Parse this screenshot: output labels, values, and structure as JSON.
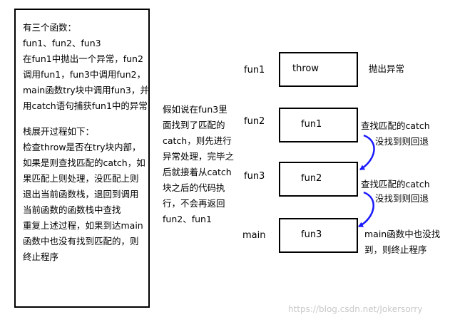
{
  "left_panel": {
    "intro_lines": [
      "有三个函数：",
      "fun1、fun2、fun3",
      "在fun1中抛出一个异常，fun2",
      "调用fun1，fun3中调用fun2，",
      "main函数try块中调用fun3，并",
      "用catch语句捕获fun1中的异常"
    ],
    "process_lines": [
      "栈展开过程如下：",
      "检查throw是否在try块内部，",
      "如果是则查找匹配的catch，如",
      "果匹配上则处理，没匹配上则",
      "退出当前函数栈，退回到调用",
      "当前函数的函数栈中查找",
      "重复上述过程，如果到达main",
      "函数中也没有找到匹配的，则",
      "终止程序"
    ]
  },
  "middle_note": {
    "lines": [
      "假如说在fun3里",
      "面找到了匹配的",
      "catch，则先进行",
      "异常处理，完毕之",
      "后就接着从catch",
      "块之后的代码执",
      "行，不会再返回",
      "fun2、fun1"
    ]
  },
  "stack": {
    "labels": [
      "fun1",
      "fun2",
      "fun3",
      "main"
    ],
    "boxes": [
      "throw",
      "fun1",
      "fun2",
      "fun3"
    ]
  },
  "notes": {
    "throw_note": "抛出异常",
    "search_catch_1": "查找匹配的catch",
    "not_found_1": "没找到则回退",
    "search_catch_2": "查找匹配的catch",
    "not_found_2": "没找到则回退",
    "main_note_1": "main函数中也没找",
    "main_note_2": "到，则终止程序"
  },
  "watermark": "https://blog.csdn.net/Jokersorry",
  "colors": {
    "arrow": "#1a1aff",
    "border": "#000000",
    "watermark": "#c8c8c8"
  }
}
